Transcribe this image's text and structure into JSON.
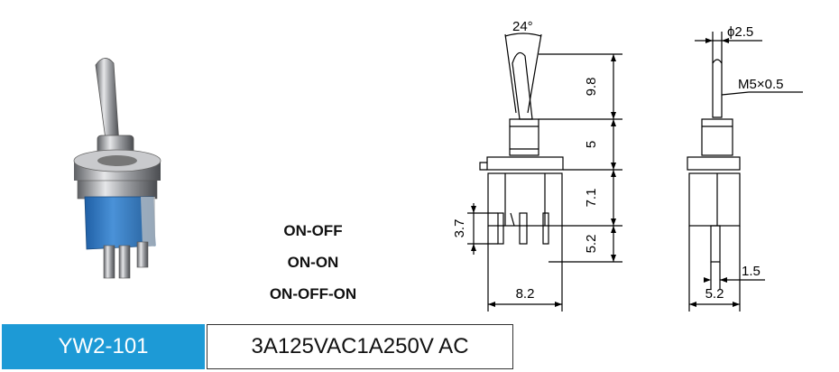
{
  "modes": [
    "ON-OFF",
    "ON-ON",
    "ON-OFF-ON"
  ],
  "model": "YW2-101",
  "rating": "3A125VAC1A250V AC",
  "dimensions": {
    "angle": "24°",
    "lever_height": "9.8",
    "bushing_height": "5",
    "body_height": "7.1",
    "terminal_length": "5.2",
    "terminal_offset": "3.7",
    "body_width": "8.2",
    "lever_diameter": "ϕ2.5",
    "thread": "M5×0.5",
    "terminal_thickness": "1.5",
    "body_depth": "5.2"
  },
  "colors": {
    "body_blue": "#3c7fc4",
    "badge_blue": "#1d9ad6",
    "metal": "#9a9ca0"
  }
}
